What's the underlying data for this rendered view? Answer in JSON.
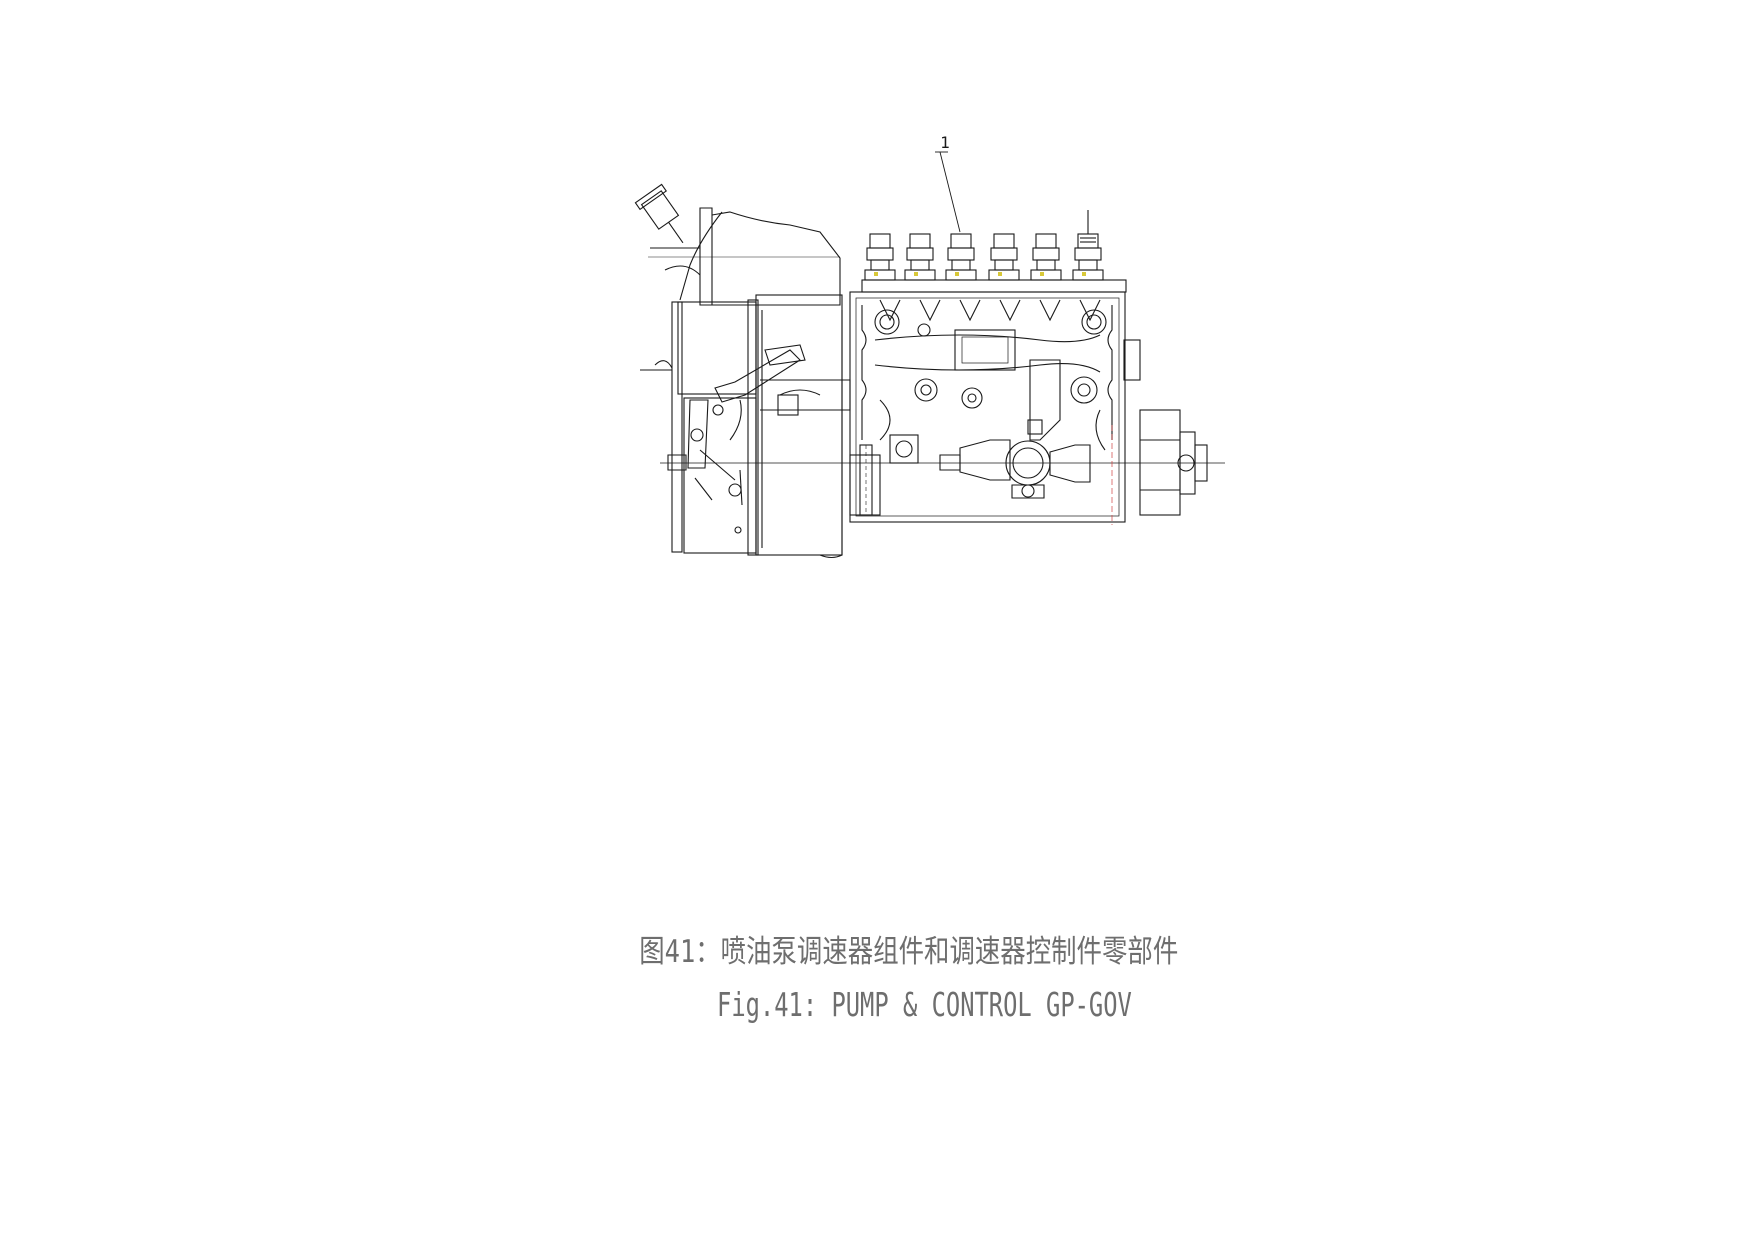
{
  "figure": {
    "callouts": [
      {
        "label": "1"
      }
    ],
    "caption_cn": "图41：喷油泵调速器组件和调速器控制件零部件",
    "caption_en": "Fig.41: PUMP & CONTROL GP-GOV"
  }
}
